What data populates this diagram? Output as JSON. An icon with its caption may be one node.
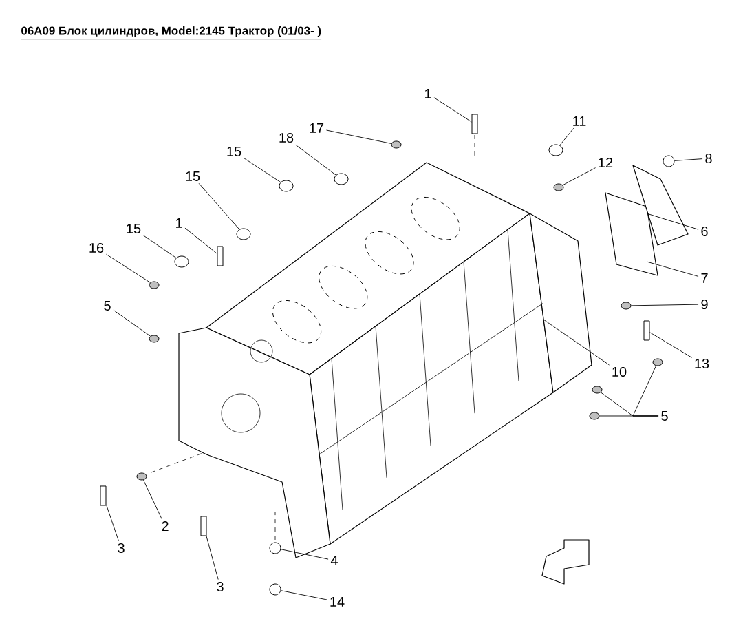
{
  "diagram": {
    "title": "06A09 Блок цилиндров, Model:2145 Трактор (01/03- )",
    "nodes": [
      {
        "text": [
          "1"
        ]
      },
      {
        "text": [
          "11"
        ]
      },
      {
        "text": [
          "17"
        ]
      },
      {
        "text": [
          "18"
        ]
      },
      {
        "text": [
          "15"
        ]
      },
      {
        "text": [
          "8"
        ]
      },
      {
        "text": [
          "12"
        ]
      },
      {
        "text": [
          "15"
        ]
      },
      {
        "text": [
          "1"
        ]
      },
      {
        "text": [
          "15"
        ]
      },
      {
        "text": [
          "6"
        ]
      },
      {
        "text": [
          "16"
        ]
      },
      {
        "text": [
          "7"
        ]
      },
      {
        "text": [
          "9"
        ]
      },
      {
        "text": [
          "5"
        ]
      },
      {
        "text": [
          "13"
        ]
      },
      {
        "text": [
          "10"
        ]
      },
      {
        "text": [
          "5"
        ]
      },
      {
        "text": [
          "2"
        ]
      },
      {
        "text": [
          "3"
        ]
      },
      {
        "text": [
          "4"
        ]
      },
      {
        "text": [
          "3"
        ]
      },
      {
        "text": [
          "14"
        ]
      },
      {
        "text": [],
        "shape": "cylinder"
      },
      {
        "text": [],
        "shape": "cylinder"
      },
      {
        "text": [],
        "shape": "cylinder"
      },
      {
        "text": [],
        "shape": "cylinder"
      },
      {
        "text": [],
        "shape": "cylinder"
      },
      {
        "text": [],
        "shape": "cylinder"
      },
      {
        "text": [],
        "shape": "cylinder"
      },
      {
        "text": [],
        "shape": "cylinder"
      },
      {
        "text": [],
        "shape": "cylinder"
      },
      {
        "text": [],
        "shape": "cylinder"
      },
      {
        "text": [],
        "shape": "cylinder"
      },
      {
        "text": [],
        "shape": "cylinder"
      },
      {
        "text": [],
        "shape": "cylinder"
      },
      {
        "text": [],
        "shape": "cylinder"
      },
      {
        "text": [],
        "shape": "cylinder"
      },
      {
        "text": [],
        "shape": "cylinder"
      },
      {
        "text": [],
        "shape": "cylinder"
      },
      {
        "text": [],
        "shape": "cylinder"
      },
      {
        "text": [],
        "shape": "cylinder"
      },
      {
        "text": [],
        "shape": "cylinder"
      },
      {
        "text": [],
        "shape": "circle"
      },
      {
        "text": [],
        "shape": "cylinder"
      }
    ],
    "edges": [
      {
        "from": 0,
        "to": 23,
        "arrow": "none"
      },
      {
        "from": 1,
        "to": 25,
        "arrow": "none"
      },
      {
        "from": 2,
        "to": 24,
        "arrow": "none"
      },
      {
        "from": 3,
        "to": 27,
        "arrow": "none"
      },
      {
        "from": 4,
        "to": 28,
        "arrow": "none"
      },
      {
        "from": 5,
        "to": 26,
        "arrow": "none"
      },
      {
        "from": 6,
        "to": 29,
        "arrow": "none"
      },
      {
        "from": 7,
        "to": 30,
        "arrow": "none"
      },
      {
        "from": 8,
        "to": 31,
        "arrow": "none"
      },
      {
        "from": 9,
        "to": 32,
        "arrow": "none"
      },
      {
        "from": 10,
        "to": null,
        "arrow": "none"
      },
      {
        "from": 11,
        "to": 33,
        "arrow": "none"
      },
      {
        "from": 12,
        "to": null,
        "arrow": "none"
      },
      {
        "from": 13,
        "to": 34,
        "arrow": "none"
      },
      {
        "from": 14,
        "to": 36,
        "arrow": "none"
      },
      {
        "from": 15,
        "to": 35,
        "arrow": "none"
      },
      {
        "from": 16,
        "to": null,
        "arrow": "none"
      },
      {
        "from": 17,
        "to": 39,
        "arrow": "none"
      },
      {
        "from": 17,
        "to": 38,
        "arrow": "none"
      },
      {
        "from": 17,
        "to": 37,
        "arrow": "none"
      },
      {
        "from": 18,
        "to": 40,
        "arrow": "none"
      },
      {
        "from": 19,
        "to": 41,
        "arrow": "none"
      },
      {
        "from": 20,
        "to": 43,
        "arrow": "none"
      },
      {
        "from": 21,
        "to": 42,
        "arrow": "none"
      },
      {
        "from": 22,
        "to": 44,
        "arrow": "none"
      }
    ]
  }
}
